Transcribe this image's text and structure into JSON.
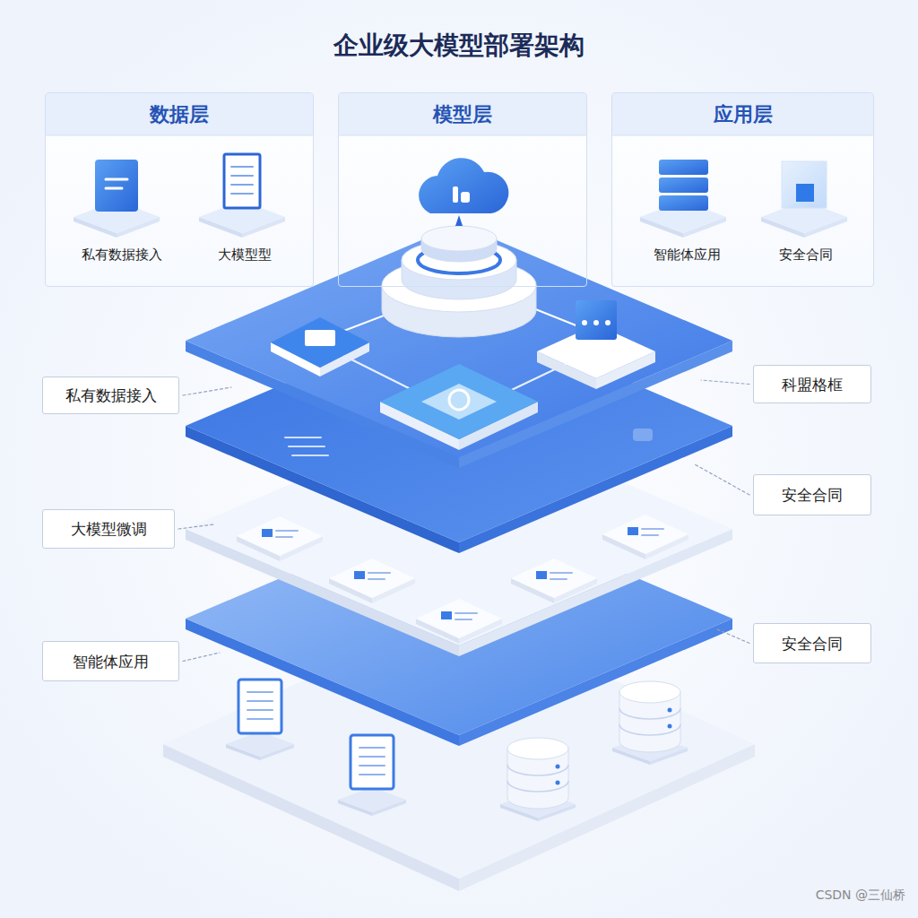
{
  "diagram": {
    "title": "企业级大模型部署架构",
    "nodes": [
      {
        "text": [
          "数据层",
          "私有数据接入",
          "大模型型"
        ]
      },
      {
        "text": [
          "模型层"
        ]
      },
      {
        "text": [
          "应用层",
          "智能体应用",
          "安全合同"
        ]
      },
      {
        "text": [
          "科盟格框"
        ]
      },
      {
        "text": [
          "私有数据接入"
        ]
      },
      {
        "text": [
          "安全合同"
        ]
      },
      {
        "text": [
          "大模型微调"
        ]
      },
      {
        "text": [
          "安全合同"
        ]
      },
      {
        "text": [
          "智能体应用"
        ]
      }
    ],
    "labels": [
      "CSDN @三仙桥"
    ]
  }
}
